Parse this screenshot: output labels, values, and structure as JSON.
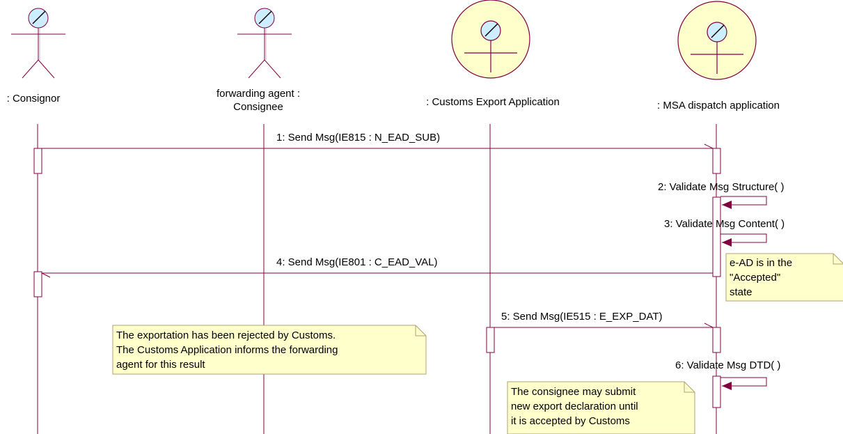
{
  "participants": [
    {
      "kind": "actor",
      "line1": ": Consignor",
      "line2": ""
    },
    {
      "kind": "actor",
      "line1": "forwarding agent :",
      "line2": "Consignee"
    },
    {
      "kind": "role",
      "line1": ": Customs Export Application",
      "line2": ""
    },
    {
      "kind": "role",
      "line1": ": MSA dispatch application",
      "line2": ""
    }
  ],
  "messages": [
    {
      "label": "1: Send Msg(IE815 : N_EAD_SUB)"
    },
    {
      "label": "2: Validate Msg Structure( )"
    },
    {
      "label": "3: Validate Msg Content( )"
    },
    {
      "label": "4: Send Msg(IE801 : C_EAD_VAL)"
    },
    {
      "label": "5: Send Msg(IE515 : E_EXP_DAT)"
    },
    {
      "label": "6: Validate Msg DTD( )"
    }
  ],
  "notes": [
    {
      "lines": [
        "e-AD is in the",
        "\"Accepted\"",
        "state"
      ]
    },
    {
      "lines": [
        "The exportation has been rejected by Customs.",
        "The Customs Application informs the forwarding",
        "agent for this result"
      ]
    },
    {
      "lines": [
        "The consignee may submit",
        "new export declaration until",
        "it is accepted by Customs"
      ]
    }
  ],
  "colors": {
    "line": "#800040",
    "actor_head": "#cceeff",
    "role_fill": "#ffffcc",
    "activation_fill": "#ffffff",
    "note_fill": "#ffffcc",
    "note_border": "#b0a070",
    "arrow_fill": "#800040"
  }
}
